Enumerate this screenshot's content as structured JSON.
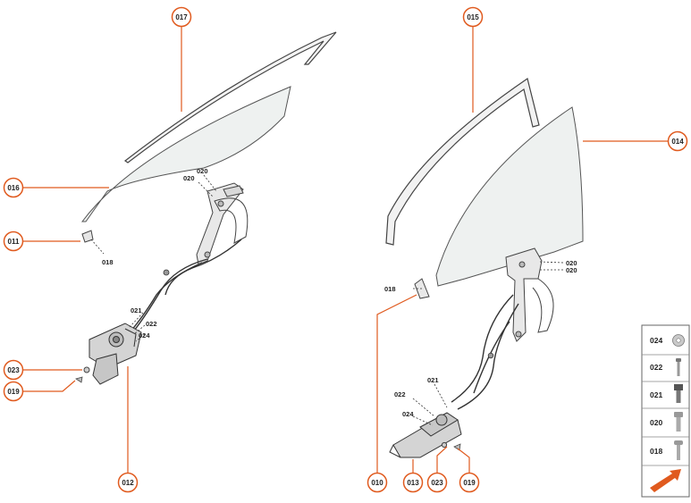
{
  "colors": {
    "accent": "#e05a1e",
    "line": "#555555",
    "glass_fill": "#eef1f0",
    "text": "#222222"
  },
  "callouts": [
    {
      "id": "c017",
      "label": "017"
    },
    {
      "id": "c016",
      "label": "016"
    },
    {
      "id": "c011",
      "label": "011"
    },
    {
      "id": "c023",
      "label": "023"
    },
    {
      "id": "c019",
      "label": "019"
    },
    {
      "id": "c012",
      "label": "012"
    },
    {
      "id": "c015",
      "label": "015"
    },
    {
      "id": "c014",
      "label": "014"
    },
    {
      "id": "c010",
      "label": "010"
    },
    {
      "id": "c013",
      "label": "013"
    },
    {
      "id": "c023b",
      "label": "023"
    },
    {
      "id": "c019b",
      "label": "019"
    }
  ],
  "part_labels": [
    {
      "id": "l020a",
      "label": "020"
    },
    {
      "id": "l020b",
      "label": "020"
    },
    {
      "id": "l018a",
      "label": "018"
    },
    {
      "id": "l021a",
      "label": "021"
    },
    {
      "id": "l022a",
      "label": "022"
    },
    {
      "id": "l024a",
      "label": "024"
    },
    {
      "id": "l020c",
      "label": "020"
    },
    {
      "id": "l020d",
      "label": "020"
    },
    {
      "id": "l018b",
      "label": "018"
    },
    {
      "id": "l021b",
      "label": "021"
    },
    {
      "id": "l022b",
      "label": "022"
    },
    {
      "id": "l024b",
      "label": "024"
    }
  ],
  "legend": {
    "items": [
      {
        "label": "024",
        "icon": "washer-icon"
      },
      {
        "label": "022",
        "icon": "screw-icon"
      },
      {
        "label": "021",
        "icon": "hex-bolt-icon"
      },
      {
        "label": "020",
        "icon": "flange-screw-icon"
      },
      {
        "label": "018",
        "icon": "pan-screw-icon"
      }
    ],
    "nav_icon": "direction-arrow-icon"
  }
}
